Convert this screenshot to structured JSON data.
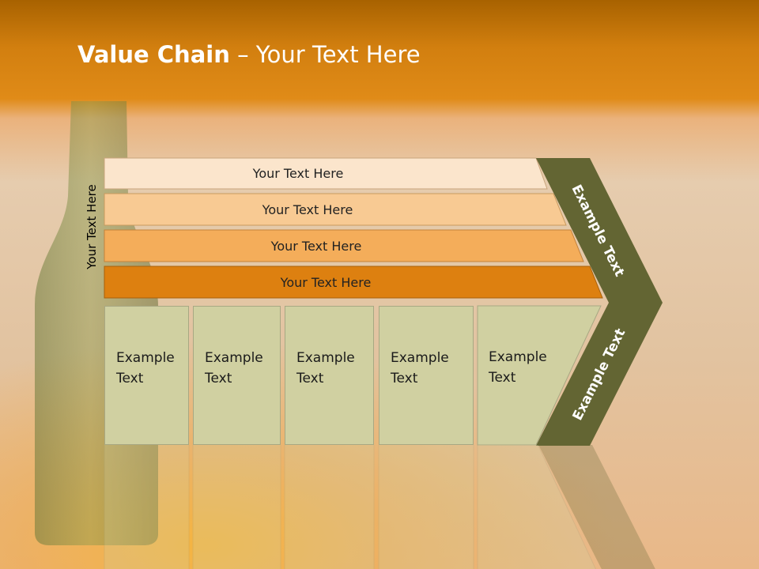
{
  "slide": {
    "title_bold": "Value Chain",
    "title_rest": " – Your Text Here",
    "side_label": "Your Text Here"
  },
  "bands": [
    {
      "label": "Your Text Here",
      "color": "#fbe5cc"
    },
    {
      "label": "Your Text Here",
      "color": "#f8ca93"
    },
    {
      "label": "Your Text Here",
      "color": "#f4ad5a"
    },
    {
      "label": "Your Text Here",
      "color": "#dd8010"
    }
  ],
  "cards": [
    {
      "line1": "Example",
      "line2": "Text"
    },
    {
      "line1": "Example",
      "line2": "Text"
    },
    {
      "line1": "Example",
      "line2": "Text"
    },
    {
      "line1": "Example",
      "line2": "Text"
    },
    {
      "line1": "Example",
      "line2": "Text"
    }
  ],
  "chevron": {
    "upper_label": "Example Text",
    "lower_label": "Example Text",
    "color": "#636533",
    "card_color": "#d0d0a1"
  }
}
